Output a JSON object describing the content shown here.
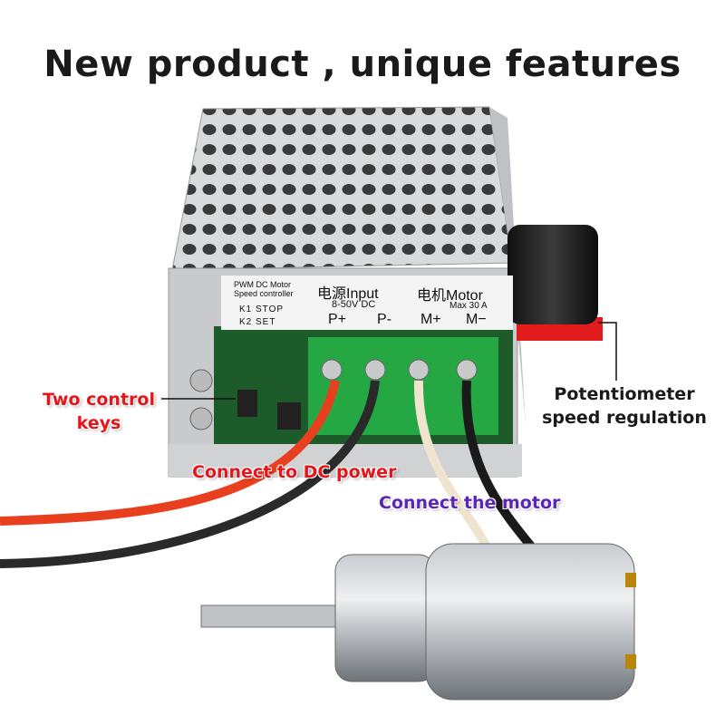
{
  "title": "New product , unique features",
  "panel": {
    "product_line1": "PWM DC Motor",
    "product_line2": "Speed controller",
    "k1": "K1 STOP",
    "k2": "K2 SET",
    "input_label": "电源Input",
    "input_range": "8-50V DC",
    "motor_label": "电机Motor",
    "motor_max": "Max 30 A",
    "terminals": [
      "P+",
      "P-",
      "M+",
      "M−"
    ]
  },
  "callouts": {
    "control_keys_line1": "Two control",
    "control_keys_line2": "keys",
    "potentiometer_line1": "Potentiometer",
    "potentiometer_line2": "speed regulation",
    "dc_power": "Connect to DC power",
    "motor": "Connect the motor"
  },
  "colors": {
    "red_label": "#e8141a",
    "purple_label": "#5a25b8",
    "red_wire": "#e8401f"
  }
}
